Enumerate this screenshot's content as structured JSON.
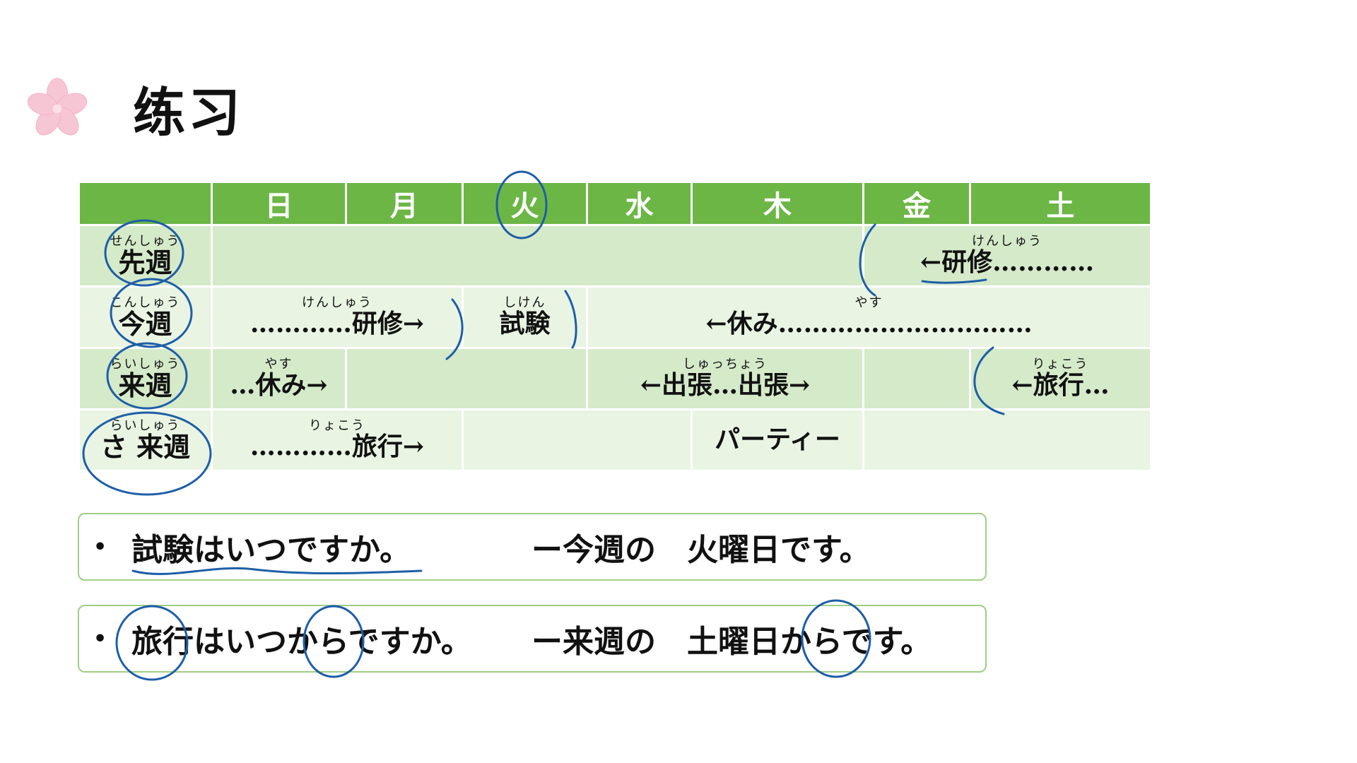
{
  "title": "练习",
  "icons": {
    "flower": "sakura-icon"
  },
  "colors": {
    "header": "#6cb646",
    "row_dark": "#d5eac9",
    "row_light": "#e9f4e3",
    "box_border": "#9fce84",
    "ink": "#1e5ea8"
  },
  "table": {
    "days": [
      "日",
      "月",
      "火",
      "水",
      "木",
      "金",
      "土"
    ],
    "rows": [
      {
        "ruby": "せんしゅう",
        "label": "先週",
        "cells": [
          {
            "span": 5,
            "ruby": "",
            "text": ""
          },
          {
            "span": 2,
            "ruby": "けんしゅう",
            "text": "←研修…………"
          }
        ]
      },
      {
        "ruby": "こんしゅう",
        "label": "今週",
        "cells": [
          {
            "span": 2,
            "ruby": "けんしゅう",
            "text": "…………研修→"
          },
          {
            "span": 1,
            "ruby": "しけん",
            "text": "試験"
          },
          {
            "span": 4,
            "ruby": "やす",
            "text": "←休み…………………………"
          }
        ]
      },
      {
        "ruby": "らいしゅう",
        "label": "来週",
        "cells": [
          {
            "span": 1,
            "ruby": "やす",
            "text": "…休み→"
          },
          {
            "span": 2,
            "ruby": "",
            "text": ""
          },
          {
            "span": 2,
            "ruby": "しゅっちょう",
            "text": "←出張…出張→"
          },
          {
            "span": 1,
            "ruby": "",
            "text": ""
          },
          {
            "span": 1,
            "ruby": "りょこう",
            "text": "←旅行…"
          }
        ]
      },
      {
        "ruby": "らいしゅう",
        "label": "さ 来週",
        "cells": [
          {
            "span": 2,
            "ruby": "りょこう",
            "text": "…………旅行→"
          },
          {
            "span": 2,
            "ruby": "",
            "text": ""
          },
          {
            "span": 1,
            "ruby": "",
            "text": "パーティー"
          },
          {
            "span": 2,
            "ruby": "",
            "text": ""
          }
        ]
      }
    ]
  },
  "exercises": [
    {
      "bullet": "•",
      "question": "試験はいつですか。",
      "answer": "ー今週の　火曜日です。"
    },
    {
      "bullet": "•",
      "question": "旅行はいつからですか。",
      "answer": "ー来週の　土曜日からです。"
    }
  ]
}
